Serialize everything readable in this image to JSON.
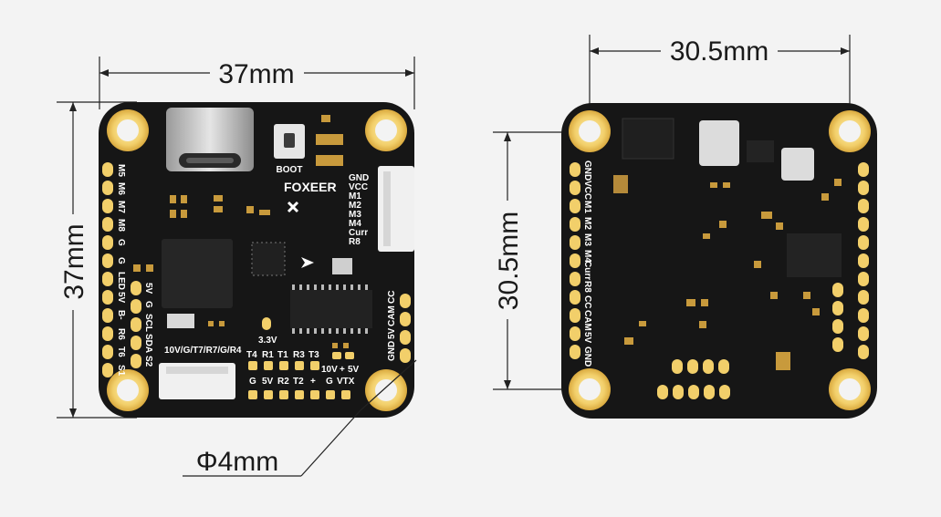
{
  "dimensions": {
    "front_width": "37mm",
    "front_height": "37mm",
    "back_width": "30.5mm",
    "back_height": "30.5mm",
    "hole_diameter": "Φ4mm"
  },
  "front": {
    "brand": "FOXEER",
    "boot_label": "BOOT",
    "left_pads_col1": [
      "M5",
      "M6",
      "M7",
      "M8",
      "G",
      "G",
      "LED",
      "5V",
      "B-",
      "R6",
      "T6",
      "S1"
    ],
    "left_pads_col2": [
      "5V",
      "G",
      "SCL",
      "SDA",
      "S2"
    ],
    "connector_right_labels": [
      "GND",
      "VCC",
      "M1",
      "M2",
      "M3",
      "M4",
      "Curr",
      "R8"
    ],
    "right_vertical_labels": [
      "CC",
      "CAM",
      "5V",
      "GND"
    ],
    "bottom_connector_label": "10V/G/T7/R7/G/R4",
    "label_33v": "3.3V",
    "bottom_top_row": [
      "T4",
      "R1",
      "T1",
      "R3",
      "T3"
    ],
    "bottom_bottom_row": [
      "G",
      "5V",
      "R2",
      "T2",
      "+"
    ],
    "vtx_top": [
      "10V",
      "+",
      "5V"
    ],
    "vtx_bottom": [
      "G",
      "VTX"
    ]
  },
  "back": {
    "left_labels": [
      "GND",
      "VCC",
      "M1",
      "M2",
      "M3",
      "M4",
      "Curr",
      "R8"
    ],
    "left_labels2": [
      "CC",
      "CAM",
      "5V",
      "GND"
    ]
  }
}
